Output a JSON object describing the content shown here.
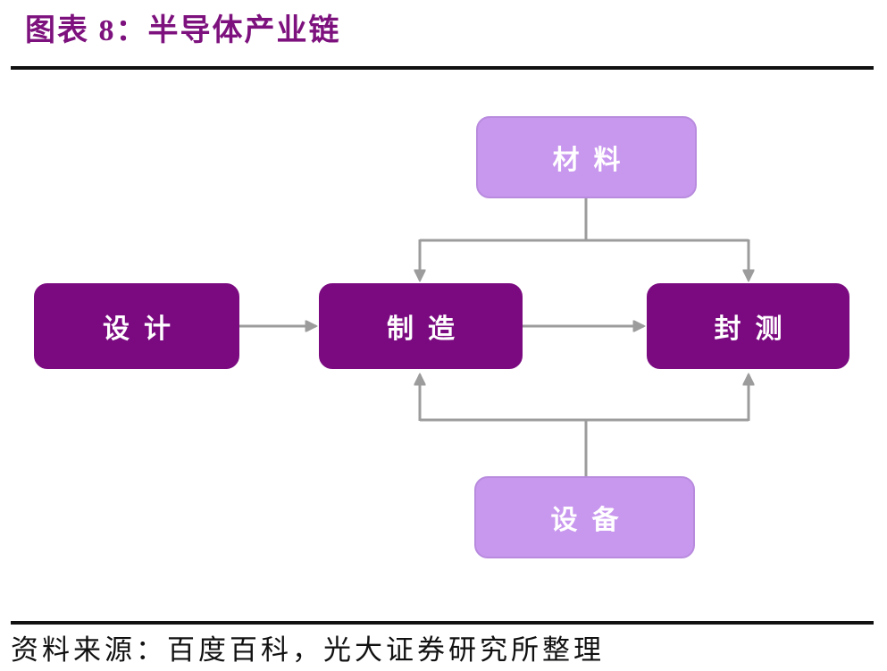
{
  "figure": {
    "title": "图表 8：半导体产业链",
    "source": "资料来源：百度百科，光大证券研究所整理"
  },
  "diagram": {
    "nodes": [
      {
        "id": "materials",
        "label": "材料",
        "tier": "support"
      },
      {
        "id": "design",
        "label": "设计",
        "tier": "core"
      },
      {
        "id": "manufacturing",
        "label": "制造",
        "tier": "core"
      },
      {
        "id": "packaging-testing",
        "label": "封测",
        "tier": "core"
      },
      {
        "id": "equipment",
        "label": "设备",
        "tier": "support"
      }
    ],
    "edges": [
      {
        "from": "materials",
        "to": "manufacturing"
      },
      {
        "from": "materials",
        "to": "packaging-testing"
      },
      {
        "from": "design",
        "to": "manufacturing"
      },
      {
        "from": "manufacturing",
        "to": "packaging-testing"
      },
      {
        "from": "equipment",
        "to": "manufacturing"
      },
      {
        "from": "equipment",
        "to": "packaging-testing"
      }
    ]
  },
  "colors": {
    "title": "#7D117D",
    "core_box": "#7B0A80",
    "support_box": "#C897EE",
    "support_box_border": "#B88BDE",
    "box_text": "#FFFFFF",
    "arrow": "#9C9C9C",
    "rule": "#111111",
    "source_text": "#111111"
  }
}
